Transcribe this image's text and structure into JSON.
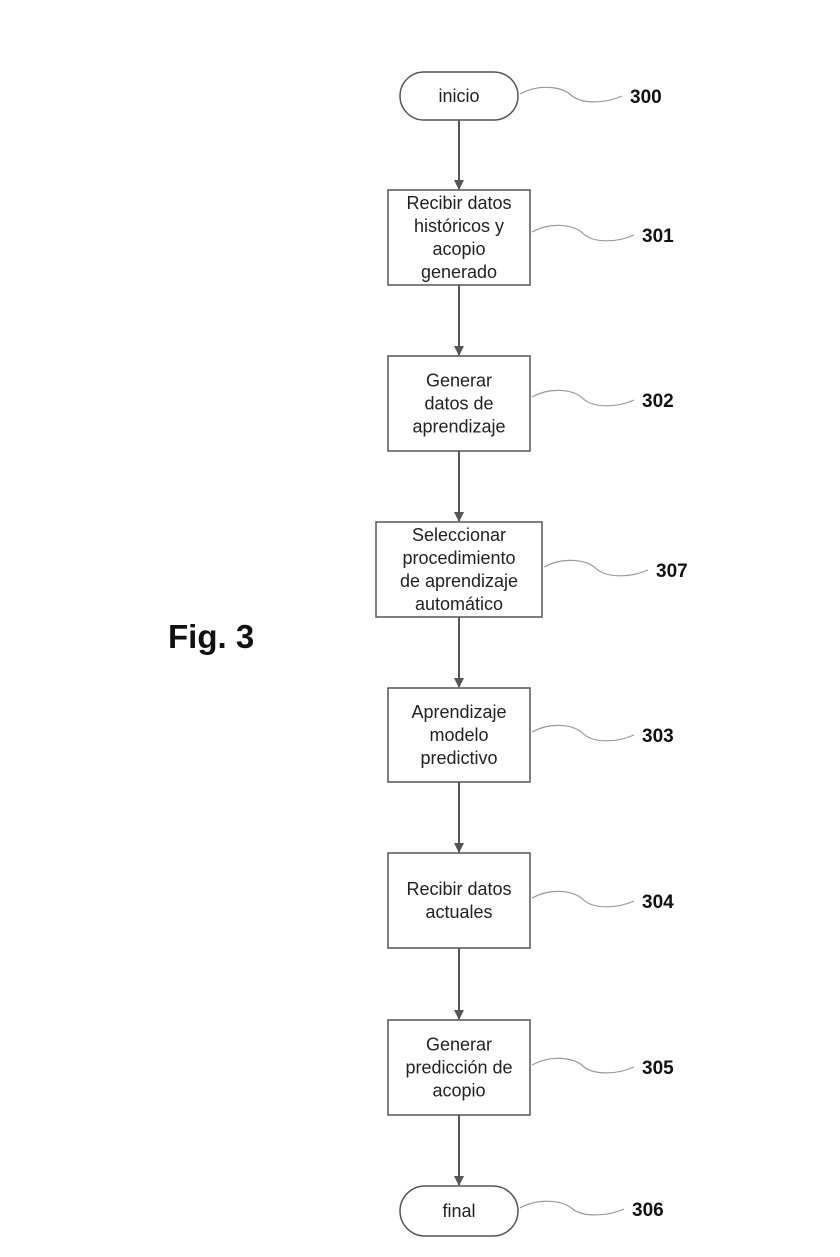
{
  "figure_label": "Fig. 3",
  "nodes": [
    {
      "id": "300",
      "shape": "terminal",
      "lines": [
        "inicio"
      ],
      "ref": "300"
    },
    {
      "id": "301",
      "shape": "process",
      "lines": [
        "Recibir datos",
        "históricos y",
        "acopio",
        "generado"
      ],
      "ref": "301"
    },
    {
      "id": "302",
      "shape": "process",
      "lines": [
        "Generar",
        "datos de",
        "aprendizaje"
      ],
      "ref": "302"
    },
    {
      "id": "307",
      "shape": "process",
      "lines": [
        "Seleccionar",
        "procedimiento",
        "de aprendizaje",
        "automático"
      ],
      "ref": "307"
    },
    {
      "id": "303",
      "shape": "process",
      "lines": [
        "Aprendizaje",
        "modelo",
        "predictivo"
      ],
      "ref": "303"
    },
    {
      "id": "304",
      "shape": "process",
      "lines": [
        "Recibir datos",
        "actuales"
      ],
      "ref": "304"
    },
    {
      "id": "305",
      "shape": "process",
      "lines": [
        "Generar",
        "predicción de",
        "acopio"
      ],
      "ref": "305"
    },
    {
      "id": "306",
      "shape": "terminal",
      "lines": [
        "final"
      ],
      "ref": "306"
    }
  ],
  "edges": [
    {
      "from": "300",
      "to": "301"
    },
    {
      "from": "301",
      "to": "302"
    },
    {
      "from": "302",
      "to": "307"
    },
    {
      "from": "307",
      "to": "303"
    },
    {
      "from": "303",
      "to": "304"
    },
    {
      "from": "304",
      "to": "305"
    },
    {
      "from": "305",
      "to": "306"
    }
  ],
  "colors": {
    "stroke": "#555555",
    "text": "#222222",
    "leader": "#999999"
  }
}
